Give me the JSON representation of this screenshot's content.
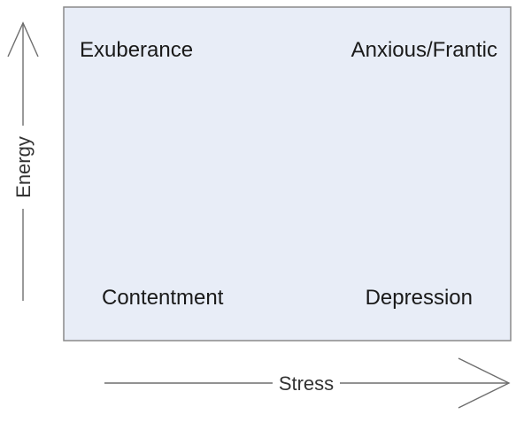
{
  "diagram": {
    "quadrants": {
      "top_left": "Exuberance",
      "top_right": "Anxious/Frantic",
      "bottom_left": "Contentment",
      "bottom_right": "Depression"
    },
    "y_axis_label": "Energy",
    "x_axis_label": "Stress",
    "colors": {
      "panel_fill": "#e8edf7",
      "panel_border": "#8a8a8a",
      "axis": "#6e6e6e",
      "text": "#1a1a1a"
    }
  }
}
